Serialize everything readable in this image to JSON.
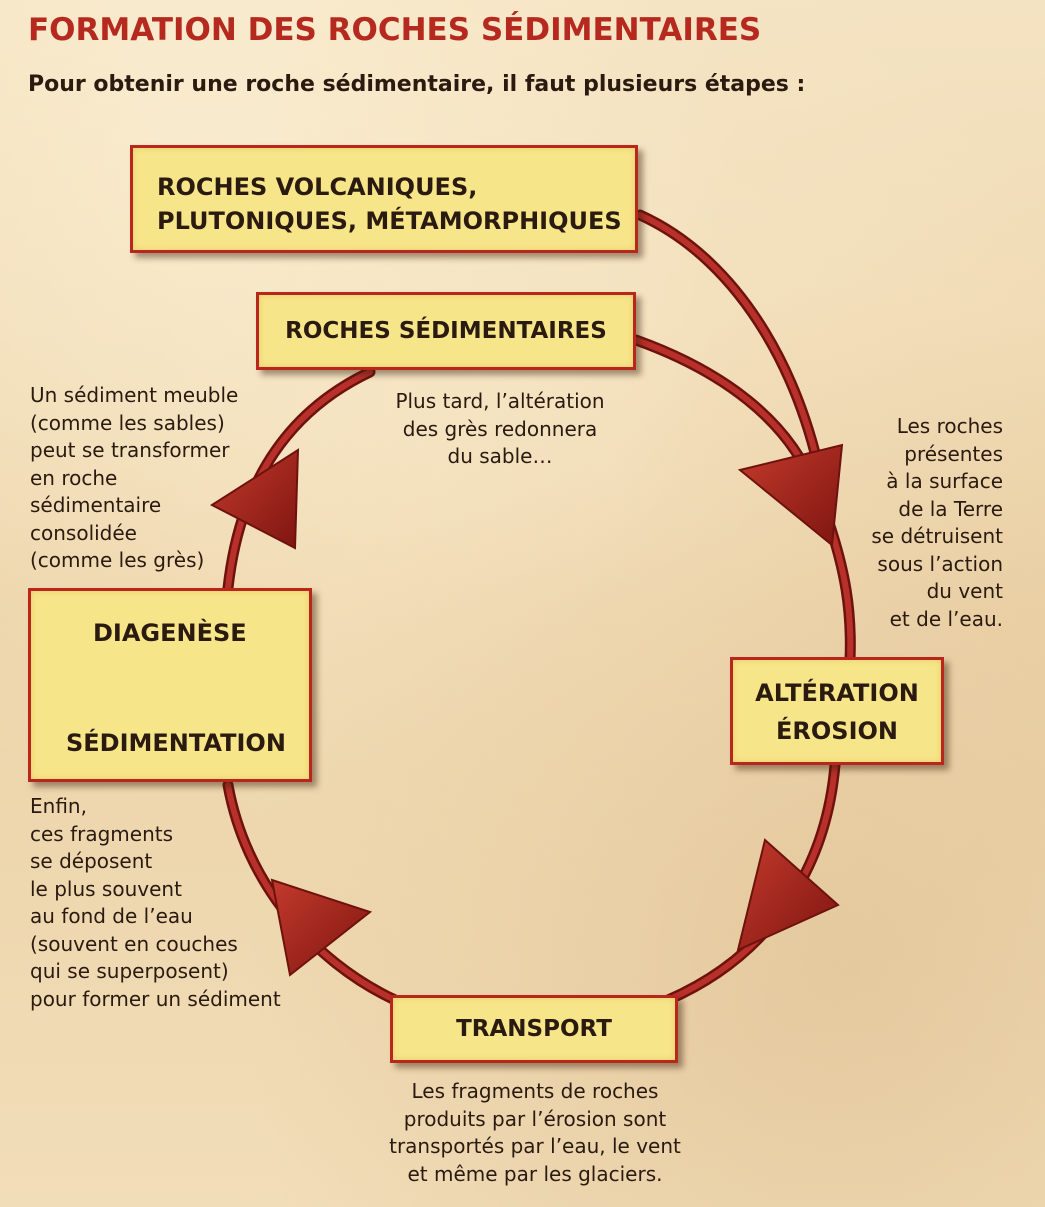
{
  "title": "FORMATION DES ROCHES SÉDIMENTAIRES",
  "subtitle": "Pour obtenir une roche sédimentaire, il faut plusieurs étapes :",
  "boxes": {
    "top": [
      "ROCHES VOLCANIQUES,",
      "PLUTONIQUES, MÉTAMORPHIQUES"
    ],
    "sedimentaires": "ROCHES SÉDIMENTAIRES",
    "alteration": [
      "ALTÉRATION",
      "ÉROSION"
    ],
    "diagenese": "DIAGENÈSE",
    "sedimentation": "SÉDIMENTATION",
    "transport": "TRANSPORT"
  },
  "notes": {
    "left": [
      "Un sédiment meuble",
      "(comme les sables)",
      "peut se transformer",
      "en roche",
      "sédimentaire",
      "consolidée",
      "(comme les grès)"
    ],
    "middle": [
      "Plus tard, l’altération",
      "des grès redonnera",
      "du sable…"
    ],
    "right": [
      "Les roches",
      "présentes",
      "à la surface",
      "de la Terre",
      "se détruisent",
      "sous l’action",
      "du vent",
      "et de l’eau."
    ],
    "bottom_left": [
      "Enfin,",
      "ces fragments",
      "se déposent",
      "le plus souvent",
      "au fond de l’eau",
      "(souvent en couches",
      "qui se superposent)",
      "pour former un sédiment"
    ],
    "bottom": [
      "Les fragments de roches",
      "produits par l’érosion sont",
      "transportés par l’eau, le vent",
      "et même par les glaciers."
    ]
  },
  "colors": {
    "title": "#b5291f",
    "box_fill": "#f6e689",
    "box_border": "#b8261c",
    "arrow": "#9e1f17"
  }
}
